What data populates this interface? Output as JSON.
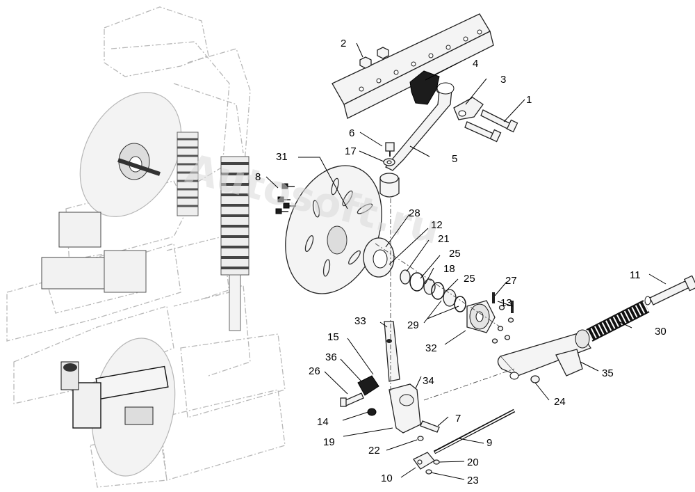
{
  "watermark": "Autosoft.ru",
  "callouts": [
    "1",
    "2",
    "3",
    "4",
    "5",
    "6",
    "7",
    "8",
    "9",
    "10",
    "11",
    "12",
    "13",
    "14",
    "15",
    "17",
    "18",
    "19",
    "20",
    "21",
    "22",
    "23",
    "24",
    "25",
    "25",
    "26",
    "27",
    "28",
    "29",
    "30",
    "31",
    "32",
    "33",
    "34",
    "35",
    "36"
  ]
}
